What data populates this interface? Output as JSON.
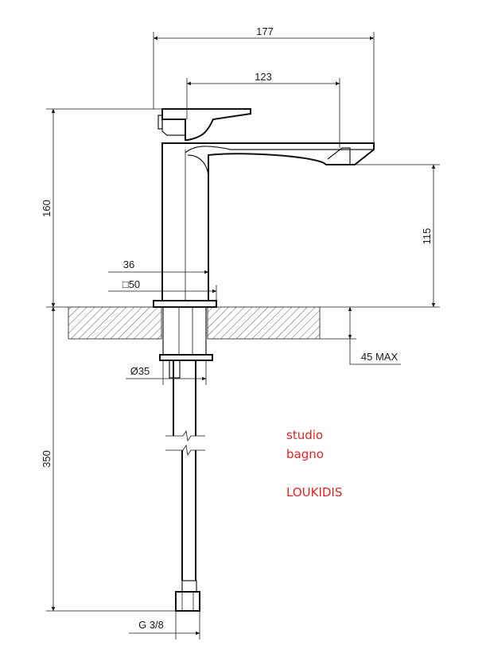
{
  "dimensions": {
    "overall_width": "177",
    "spout_reach": "123",
    "overall_height": "160",
    "spout_height": "115",
    "body_width": "36",
    "base_square": "□50",
    "max_thickness": "45 MAX",
    "shank_diameter": "Ø35",
    "hose_length": "350",
    "connection": "G 3/8"
  },
  "brand": {
    "line1": "studio",
    "line2": "bagno",
    "line3": "LOUKIDIS"
  },
  "colors": {
    "line": "#1a1a1a",
    "brand": "#e8231f",
    "hatch": "#333333"
  }
}
